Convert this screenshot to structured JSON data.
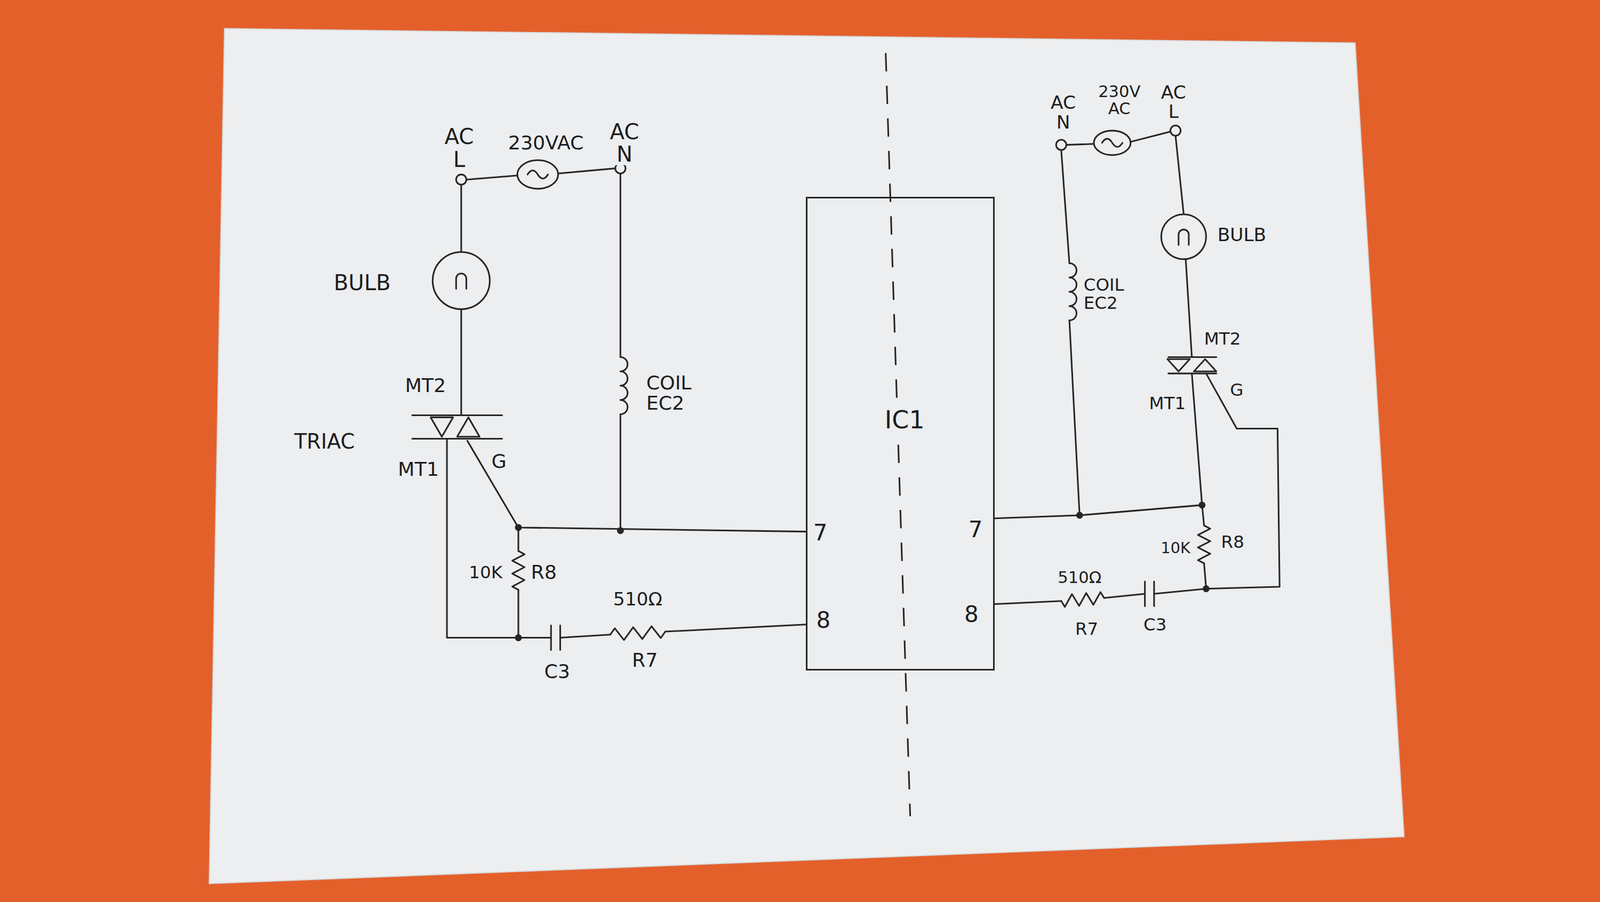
{
  "diagram": {
    "nodes": [
      {
        "text": [
          "IC1"
        ]
      }
    ],
    "labels": [
      "AC L",
      "230VAC",
      "AC N",
      "BULB",
      "MT2",
      "TRIAC",
      "MT1",
      "G",
      "COIL EC2",
      "10K",
      "R8",
      "510Ω",
      "C3",
      "R7",
      "7",
      "8",
      "7",
      "8",
      "AC N",
      "230V AC",
      "AC L",
      "BULB",
      "COIL EC2",
      "MT2",
      "MT1",
      "G",
      "10K",
      "R8",
      "510Ω",
      "R7",
      "C3"
    ]
  }
}
